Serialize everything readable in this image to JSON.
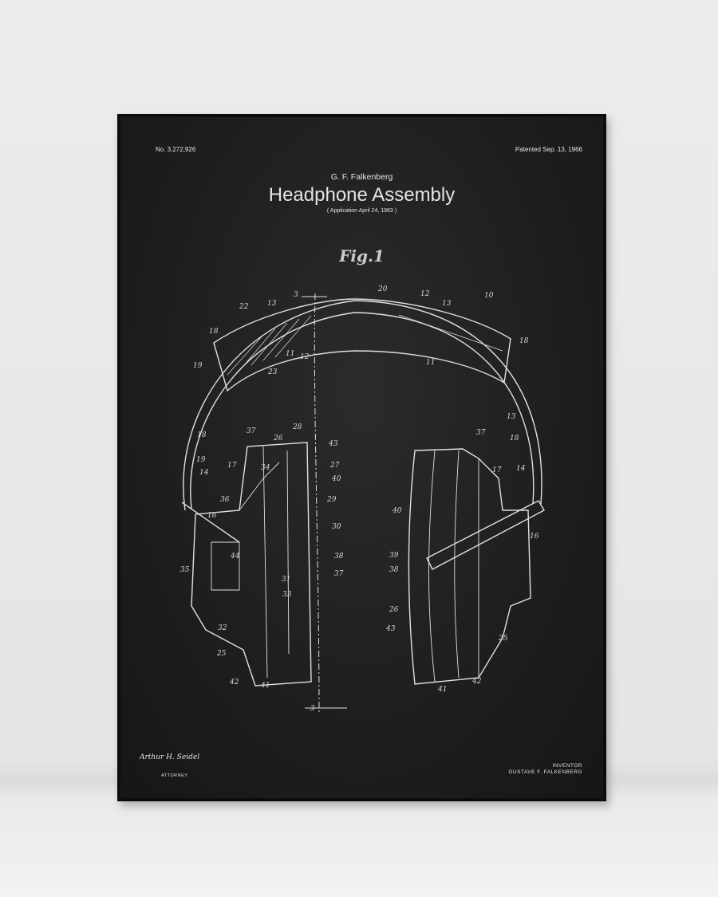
{
  "poster": {
    "patent_number": "No. 3,272,926",
    "patented_date": "Patented Sep. 13, 1966",
    "author": "G. F. Falkenberg",
    "title": "Headphone Assembly",
    "application": "( Application  April 24, 1963 )",
    "figure_label": "Fig.1",
    "attorney_signature": "Arthur H. Seidel",
    "attorney_label": "ATTORNEY",
    "inventor_label": "INVENTOR",
    "inventor_name": "GUSTAVE F. FALKENBERG",
    "part_labels": [
      "3",
      "3",
      "10",
      "20",
      "12",
      "13",
      "22",
      "13",
      "18",
      "11",
      "12",
      "23",
      "19",
      "18",
      "11",
      "13",
      "18",
      "14",
      "37",
      "17",
      "16",
      "40",
      "39",
      "38",
      "26",
      "43",
      "25",
      "41",
      "42",
      "18",
      "19",
      "14",
      "16",
      "17",
      "36",
      "35",
      "44",
      "32",
      "25",
      "42",
      "41",
      "37",
      "26",
      "28",
      "43",
      "34",
      "27",
      "40",
      "29",
      "30",
      "38",
      "37",
      "31",
      "33"
    ]
  },
  "colors": {
    "wall": "#ecebea",
    "poster_background": "#1f1f1f",
    "frame": "#0d0d0d",
    "drawing": "#e0e0e0"
  }
}
